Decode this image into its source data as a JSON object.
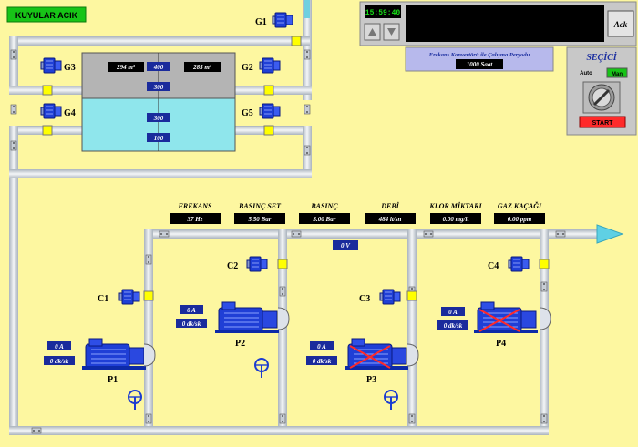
{
  "status_badge": "KUYULAR ACIK",
  "clock": "15:59:40",
  "ack_label": "Ack",
  "period": {
    "label": "Frekans Konvertörü ile Çalışma Peryodu",
    "value": "1000 Saat"
  },
  "selector": {
    "title": "SEÇİCİ",
    "auto": "Auto",
    "manual": "Man",
    "start": "START"
  },
  "tank": {
    "top_left": "294 m³",
    "top_right": "285 m³",
    "mid_top": "400",
    "mid_upper": "300",
    "mid_lower": "300",
    "mid_bottom": "100"
  },
  "generators": [
    "G1",
    "G2",
    "G3",
    "G4",
    "G5"
  ],
  "metrics": [
    {
      "label": "FREKANS",
      "value": "37 Hz"
    },
    {
      "label": "BASINÇ SET",
      "value": "5.50 Bar"
    },
    {
      "label": "BASINÇ",
      "value": "3.00 Bar"
    },
    {
      "label": "DEBİ",
      "value": "484 lt/sn"
    },
    {
      "label": "KLOR MİKTARI",
      "value": "0.00 mg/lt"
    },
    {
      "label": "GAZ KAÇAĞI",
      "value": "0.00 ppm"
    }
  ],
  "voltage": "0 V",
  "controllers": [
    "C1",
    "C2",
    "C3",
    "C4"
  ],
  "pumps": [
    {
      "name": "P1",
      "current": "0 A",
      "time": "0 dk/sk",
      "failed": false
    },
    {
      "name": "P2",
      "current": "0 A",
      "time": "0 dk/sk",
      "failed": false
    },
    {
      "name": "P3",
      "current": "0 A",
      "time": "0 dk/sk",
      "failed": true
    },
    {
      "name": "P4",
      "current": "0 A",
      "time": "0 dk/sk",
      "failed": true
    }
  ],
  "colors": {
    "background": "#fdf7a0",
    "pipe": "#d9dee4",
    "water": "#8fe6ec",
    "motor": "#1f3fd6",
    "fault": "#ff2a2a",
    "status_green": "#17c417"
  }
}
